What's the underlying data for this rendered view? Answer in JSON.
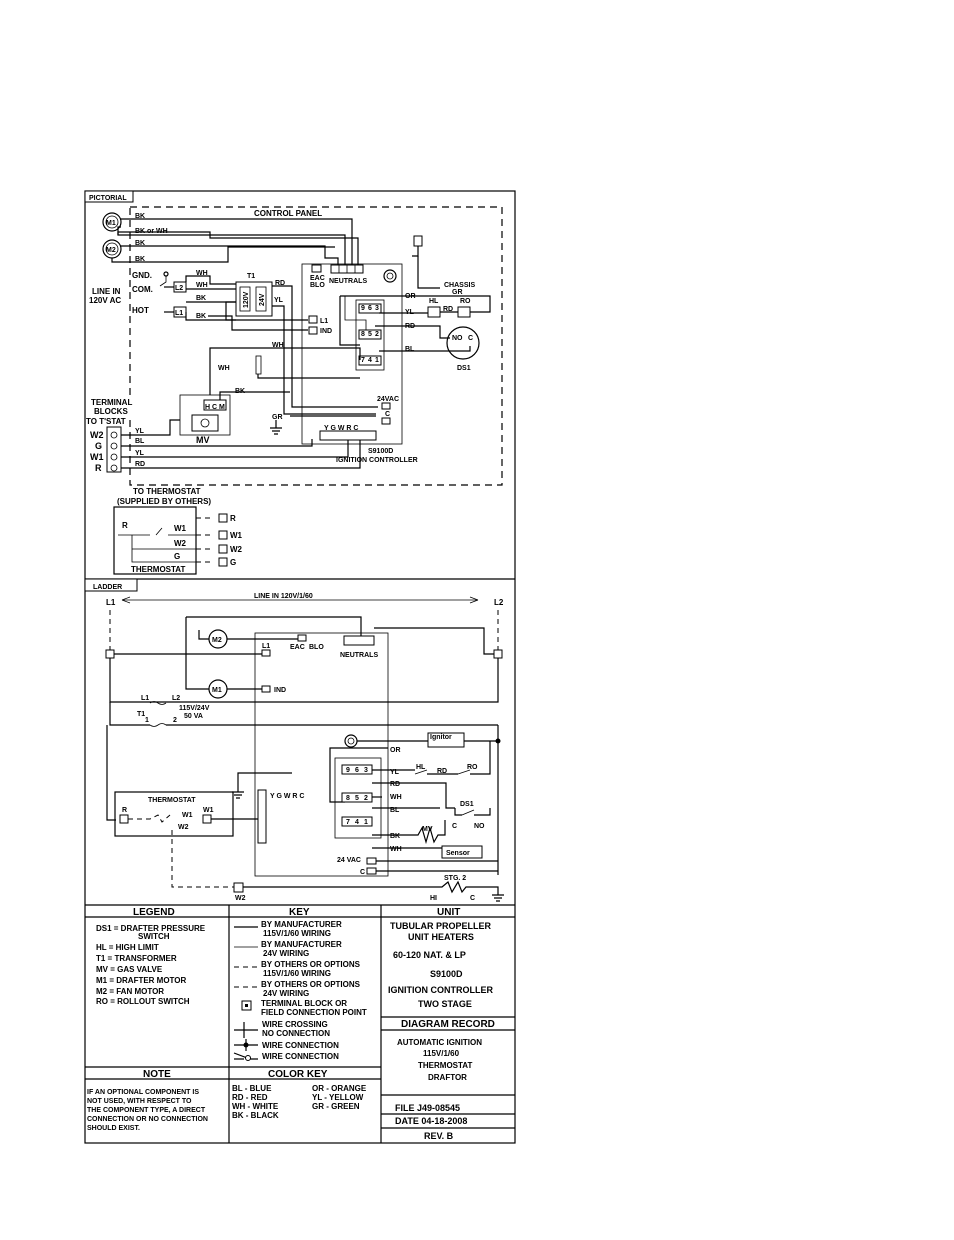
{
  "pictorial": {
    "section_label": "PICTORIAL",
    "control_panel": "CONTROL PANEL",
    "m1": "M1",
    "m2": "M2",
    "wire_bk": "BK",
    "wire_bk_or_wh": "BK or WH",
    "wire_wh": "WH",
    "wire_rd": "RD",
    "wire_yl": "YL",
    "wire_or": "OR",
    "wire_bl": "BL",
    "wire_gr": "GR",
    "eac_blo_1": "EAC",
    "eac_blo_2": "BLO",
    "neutrals": "NEUTRALS",
    "chassis_1": "CHASSIS",
    "chassis_2": "GR",
    "gnd": "GND.",
    "com": "COM.",
    "hot": "HOT",
    "line_in_1": "LINE IN",
    "line_in_2": "120V AC",
    "l1": "L1",
    "l2": "L2",
    "ind": "IND",
    "t1": "T1",
    "v120": "120V",
    "v24": "24V",
    "hl": "HL",
    "ro": "RO",
    "no": "NO",
    "c": "C",
    "ds1": "DS1",
    "pins_top": [
      "9",
      "6",
      "3"
    ],
    "pins_mid": [
      "8",
      "5",
      "2"
    ],
    "pins_bot": [
      "7",
      "4",
      "1"
    ],
    "v24ac": "24VAC",
    "terminal_1": "TERMINAL",
    "terminal_2": "BLOCKS",
    "terminal_3": "TO T'STAT",
    "term_w2": "W2",
    "term_g": "G",
    "term_w1": "W1",
    "term_r": "R",
    "mv": "MV",
    "hcm": "H C M",
    "ctrl_terms": "Y G W R C",
    "controller_1": "S9100D",
    "controller_2": "IGNITION CONTROLLER",
    "to_thermostat_1": "TO THERMOSTAT",
    "to_thermostat_2": "(SUPPLIED BY OTHERS)",
    "thermostat": "THERMOSTAT",
    "ts_r": "R",
    "ts_w1": "W1",
    "ts_w2": "W2",
    "ts_g": "G",
    "out_r": "R",
    "out_w1": "W1",
    "out_w2": "W2",
    "out_g": "G"
  },
  "ladder": {
    "section_label": "LADDER",
    "l1": "L1",
    "l2": "L2",
    "line_in": "LINE IN 120V/1/60",
    "m2": "M2",
    "m1": "M1",
    "eac": "EAC",
    "blo": "BLO",
    "l1_term": "L1",
    "neutrals": "NEUTRALS",
    "ind": "IND",
    "t1": "T1",
    "t1_l1": "L1",
    "t1_l2": "L2",
    "t1_1": "1",
    "t1_2": "2",
    "xfmr_1": "115V/24V",
    "xfmr_2": "50 VA",
    "or": "OR",
    "yl": "YL",
    "rd": "RD",
    "wh": "WH",
    "bl": "BL",
    "bk": "BK",
    "wh2": "WH",
    "rd2": "RD",
    "hl": "HL",
    "ro": "RO",
    "ds1": "DS1",
    "c": "C",
    "no": "NO",
    "mv": "MV",
    "ignitor": "Ignitor",
    "sensor": "Sensor",
    "pins_top": [
      "9",
      "6",
      "3"
    ],
    "pins_mid": [
      "8",
      "5",
      "2"
    ],
    "pins_bot": [
      "7",
      "4",
      "1"
    ],
    "thermostat": "THERMOSTAT",
    "r": "R",
    "w1": "W1",
    "w1b": "W1",
    "w2": "W2",
    "side_terms": "Y G W R C",
    "v24ac": "24 VAC",
    "c2": "C",
    "stg2": "STG. 2",
    "hi": "HI",
    "c3": "C",
    "w2b": "W2"
  },
  "legend": {
    "header": "LEGEND",
    "items": [
      "DS1 = DRAFTER PRESSURE",
      "SWITCH",
      "HL = HIGH LIMIT",
      "T1 = TRANSFORMER",
      "MV = GAS VALVE",
      "M1 = DRAFTER MOTOR",
      "M2 = FAN MOTOR",
      "RO = ROLLOUT SWITCH"
    ]
  },
  "key": {
    "header": "KEY",
    "items": [
      [
        "BY MANUFACTURER",
        "115V/1/60 WIRING"
      ],
      [
        "BY MANUFACTURER",
        "24V WIRING"
      ],
      [
        "BY OTHERS OR OPTIONS",
        "115V/1/60 WIRING"
      ],
      [
        "BY OTHERS OR OPTIONS",
        "24V WIRING"
      ],
      [
        "TERMINAL BLOCK OR",
        "FIELD CONNECTION POINT"
      ],
      [
        "WIRE CROSSING",
        "NO CONNECTION"
      ],
      [
        "WIRE CONNECTION",
        ""
      ],
      [
        "WIRE CONNECTION",
        ""
      ]
    ]
  },
  "unit": {
    "header": "UNIT",
    "lines": [
      "TUBULAR PROPELLER",
      "UNIT HEATERS",
      "60-120 NAT. & LP",
      "S9100D",
      "IGNITION CONTROLLER",
      "TWO STAGE"
    ]
  },
  "diagram_record": {
    "header": "DIAGRAM RECORD",
    "lines": [
      "AUTOMATIC   IGNITION",
      "115V/1/60",
      "THERMOSTAT",
      "DRAFTOR"
    ]
  },
  "note": {
    "header": "NOTE",
    "lines": [
      "IF AN OPTIONAL COMPONENT IS",
      "NOT USED, WITH RESPECT TO",
      "THE COMPONENT TYPE, A DIRECT",
      "CONNECTION OR NO CONNECTION",
      "SHOULD EXIST."
    ]
  },
  "color_key": {
    "header": "COLOR KEY",
    "left": [
      "BL  -  BLUE",
      "RD  -  RED",
      "WH  -  WHITE",
      "BK  -  BLACK"
    ],
    "right": [
      "OR  -  ORANGE",
      "YL  -  YELLOW",
      "GR  -  GREEN"
    ]
  },
  "file_info": {
    "file": "FILE   J49-08545",
    "date": "DATE   04-18-2008",
    "rev": "REV. B"
  }
}
